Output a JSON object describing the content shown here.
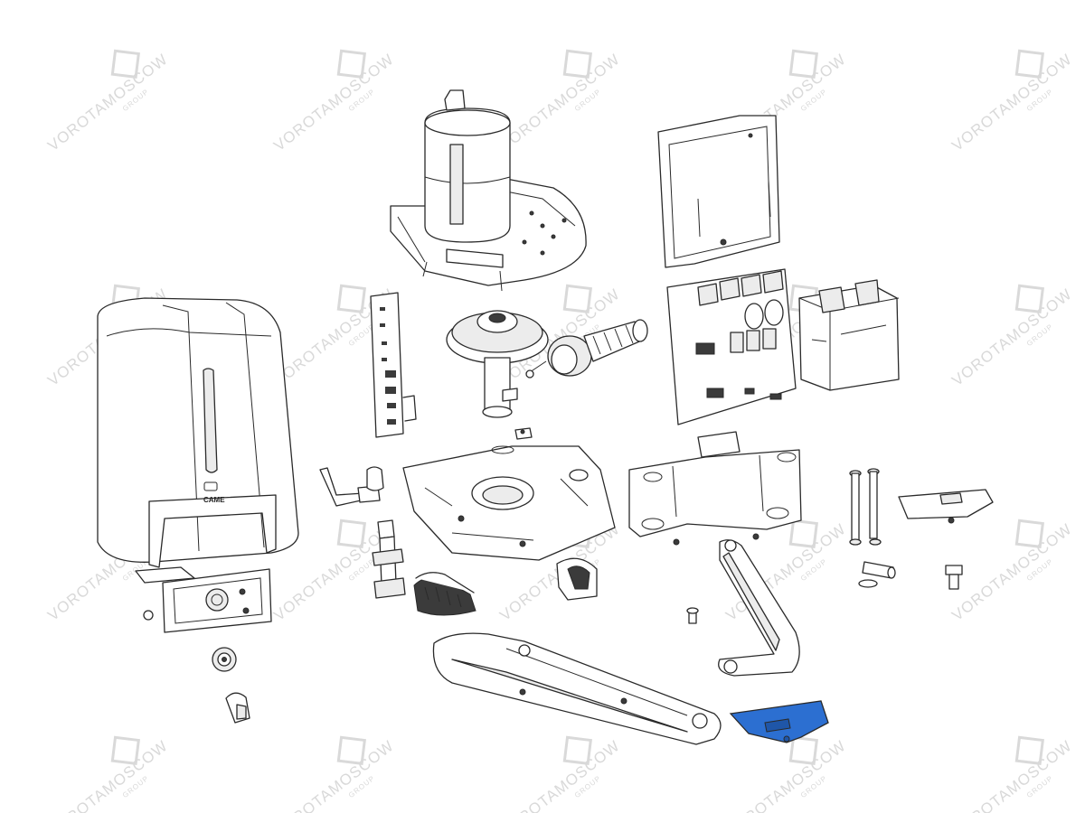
{
  "diagram": {
    "brand_mark": "CAME",
    "highlight_color": "#2c6fd1",
    "watermark": {
      "text": "VOROTAMOSCOW",
      "subtext": "GROUP",
      "color": "#d9d9d9"
    }
  }
}
